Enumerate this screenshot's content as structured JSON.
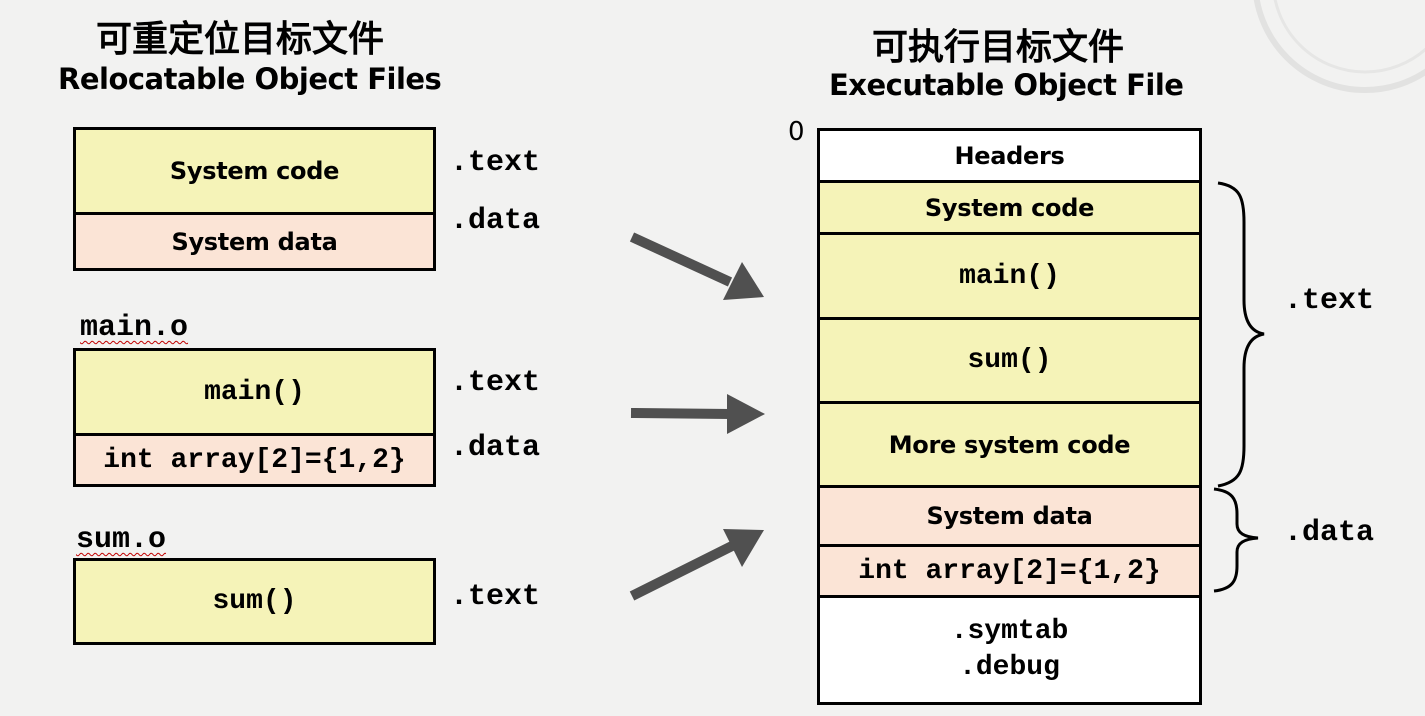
{
  "left": {
    "title_zh": "可重定位目标文件",
    "title_en": "Relocatable Object Files",
    "groups": [
      {
        "name": "",
        "cells": [
          {
            "text": "System code",
            "section": ".text"
          },
          {
            "text": "System data",
            "section": ".data"
          }
        ]
      },
      {
        "name": "main.o",
        "cells": [
          {
            "text": "main()",
            "section": ".text"
          },
          {
            "text": "int array[2]={1,2}",
            "section": ".data"
          }
        ]
      },
      {
        "name": "sum.o",
        "cells": [
          {
            "text": "sum()",
            "section": ".text"
          }
        ]
      }
    ]
  },
  "right": {
    "title_zh": "可执行目标文件",
    "title_en": "Executable Object File",
    "offset_label": "0",
    "rows": [
      "Headers",
      "System code",
      "main()",
      "sum()",
      "More system code",
      "System data",
      "int array[2]={1,2}",
      ".symtab",
      ".debug"
    ],
    "brace_text_label": ".text",
    "brace_data_label": ".data"
  },
  "colors": {
    "background": "#f2f2f1",
    "code_fill": "#f5f3b8",
    "data_fill": "#fbe4d6",
    "arrow": "#505050",
    "underline": "#c00000"
  },
  "icons": [
    "arrow-right-icon",
    "curly-brace-icon"
  ]
}
